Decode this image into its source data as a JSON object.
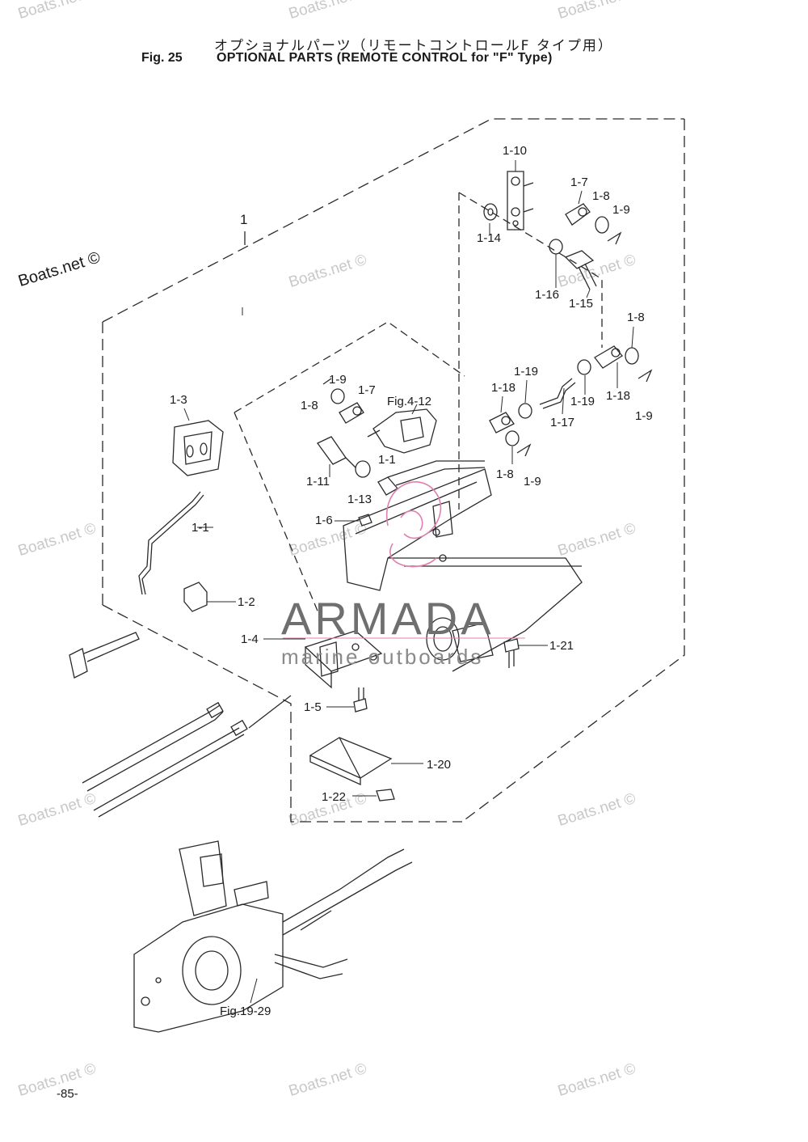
{
  "header": {
    "title_jp": "オプショナルパーツ（リモートコントロールF タイプ用）",
    "figure_number": "Fig. 25",
    "title_en": "OPTIONAL PARTS (REMOTE CONTROL for \"F\" Type)"
  },
  "assembly_label": "1",
  "part_labels": {
    "p1_10": "1-10",
    "p1_7_top": "1-7",
    "p1_8_top": "1-8",
    "p1_9_top": "1-9",
    "p1_14": "1-14",
    "p1_16": "1-16",
    "p1_15": "1-15",
    "p1_8_right": "1-8",
    "p1_19_a": "1-19",
    "p1_18_left": "1-18",
    "p1_19_b": "1-19",
    "p1_18_right": "1-18",
    "p1_9_right": "1-9",
    "p1_17": "1-17",
    "p1_9_mid": "1-9",
    "p1_8_mid": "1-8",
    "p1_7_mid": "1-7",
    "fig_4_12": "Fig.4-12",
    "p1_3": "1-3",
    "p1_11": "1-11",
    "p1_1_mid": "1-1",
    "p1_13": "1-13",
    "p1_8_low": "1-8",
    "p1_9_low": "1-9",
    "p1_1_left": "1-1",
    "p1_6": "1-6",
    "p1_2": "1-2",
    "p1_4": "1-4",
    "p1_21": "1-21",
    "p1_5": "1-5",
    "p1_20": "1-20",
    "p1_22": "1-22",
    "fig_19_29": "Fig.19-29"
  },
  "watermarks": {
    "boats_net": "Boats.net ©",
    "brand_main": "ARMADA",
    "brand_sub": "marine outboards"
  },
  "footer": {
    "page_number": "-85-"
  },
  "colors": {
    "line": "#2a2a2a",
    "watermark": "#c8c8c8",
    "logo_pink": "#e080b0"
  }
}
